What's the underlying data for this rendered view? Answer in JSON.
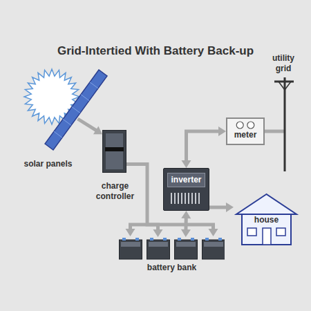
{
  "diagram": {
    "title": "Grid-Intertied With Battery Back-up",
    "nodes": [
      {
        "text": [
          "solar panels"
        ]
      },
      {
        "text": [
          "charge controller"
        ]
      },
      {
        "text": [
          "inverter"
        ]
      },
      {
        "text": [
          "meter"
        ]
      },
      {
        "text": [
          "utility grid"
        ]
      },
      {
        "text": [
          "house"
        ]
      },
      {
        "text": [
          "battery bank"
        ]
      }
    ],
    "edges": [
      {
        "from": 0,
        "to": 1,
        "arrow": "to"
      },
      {
        "from": 1,
        "to": 6,
        "arrow": "to"
      },
      {
        "from": 2,
        "to": 6,
        "arrow": "both"
      },
      {
        "from": 2,
        "to": 3,
        "arrow": "both"
      },
      {
        "from": 3,
        "to": 4,
        "arrow": "none"
      },
      {
        "from": 2,
        "to": 5,
        "arrow": "to"
      }
    ]
  }
}
